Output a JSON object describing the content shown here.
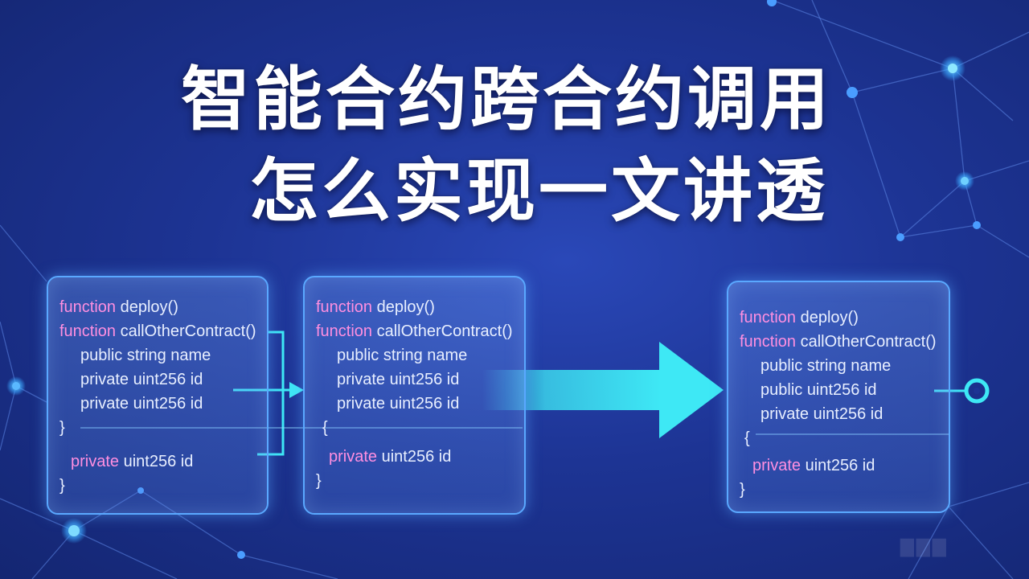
{
  "title": {
    "line1": "智能合约跨合约调用",
    "line2": "怎么实现一文讲透"
  },
  "panels": [
    {
      "lines": [
        {
          "kw": "function",
          "rest": " deploy()"
        },
        {
          "kw": "function",
          "rest": " callOtherContract()"
        },
        {
          "kw": "",
          "rest": "public string name"
        },
        {
          "kw": "",
          "rest": "private uint256 id"
        },
        {
          "kw": "",
          "rest": "private uint256 id"
        },
        {
          "kw": "",
          "rest": "}"
        },
        {
          "kw": "private",
          "rest": " uint256 id"
        },
        {
          "kw": "",
          "rest": "}"
        }
      ]
    },
    {
      "lines": [
        {
          "kw": "function",
          "rest": " deploy()"
        },
        {
          "kw": "function",
          "rest": " callOtherContract()"
        },
        {
          "kw": "",
          "rest": "public string name"
        },
        {
          "kw": "",
          "rest": "private uint256 id"
        },
        {
          "kw": "",
          "rest": "private uint256 id"
        },
        {
          "kw": "",
          "rest": "{"
        },
        {
          "kw": "private",
          "rest": " uint256 id"
        },
        {
          "kw": "",
          "rest": "}"
        }
      ]
    },
    {
      "lines": [
        {
          "kw": "function",
          "rest": " deploy()"
        },
        {
          "kw": "function",
          "rest": " callOtherContract()"
        },
        {
          "kw": "",
          "rest": "public string name"
        },
        {
          "kw": "",
          "rest": "public uint256 id"
        },
        {
          "kw": "",
          "rest": "private uint256 id"
        },
        {
          "kw": "",
          "rest": "{"
        },
        {
          "kw": "private",
          "rest": " uint256 id"
        },
        {
          "kw": "",
          "rest": "}"
        }
      ]
    }
  ],
  "colors": {
    "keyword": "#ff8fe0",
    "text": "#e8efff",
    "panel_border": "#5aa8ff",
    "arrow": "#3ee8f5",
    "background": "#1d3494"
  },
  "icons": [
    "big-right-arrow-icon",
    "bracket-arrow-icon",
    "endpoint-ring-icon"
  ]
}
